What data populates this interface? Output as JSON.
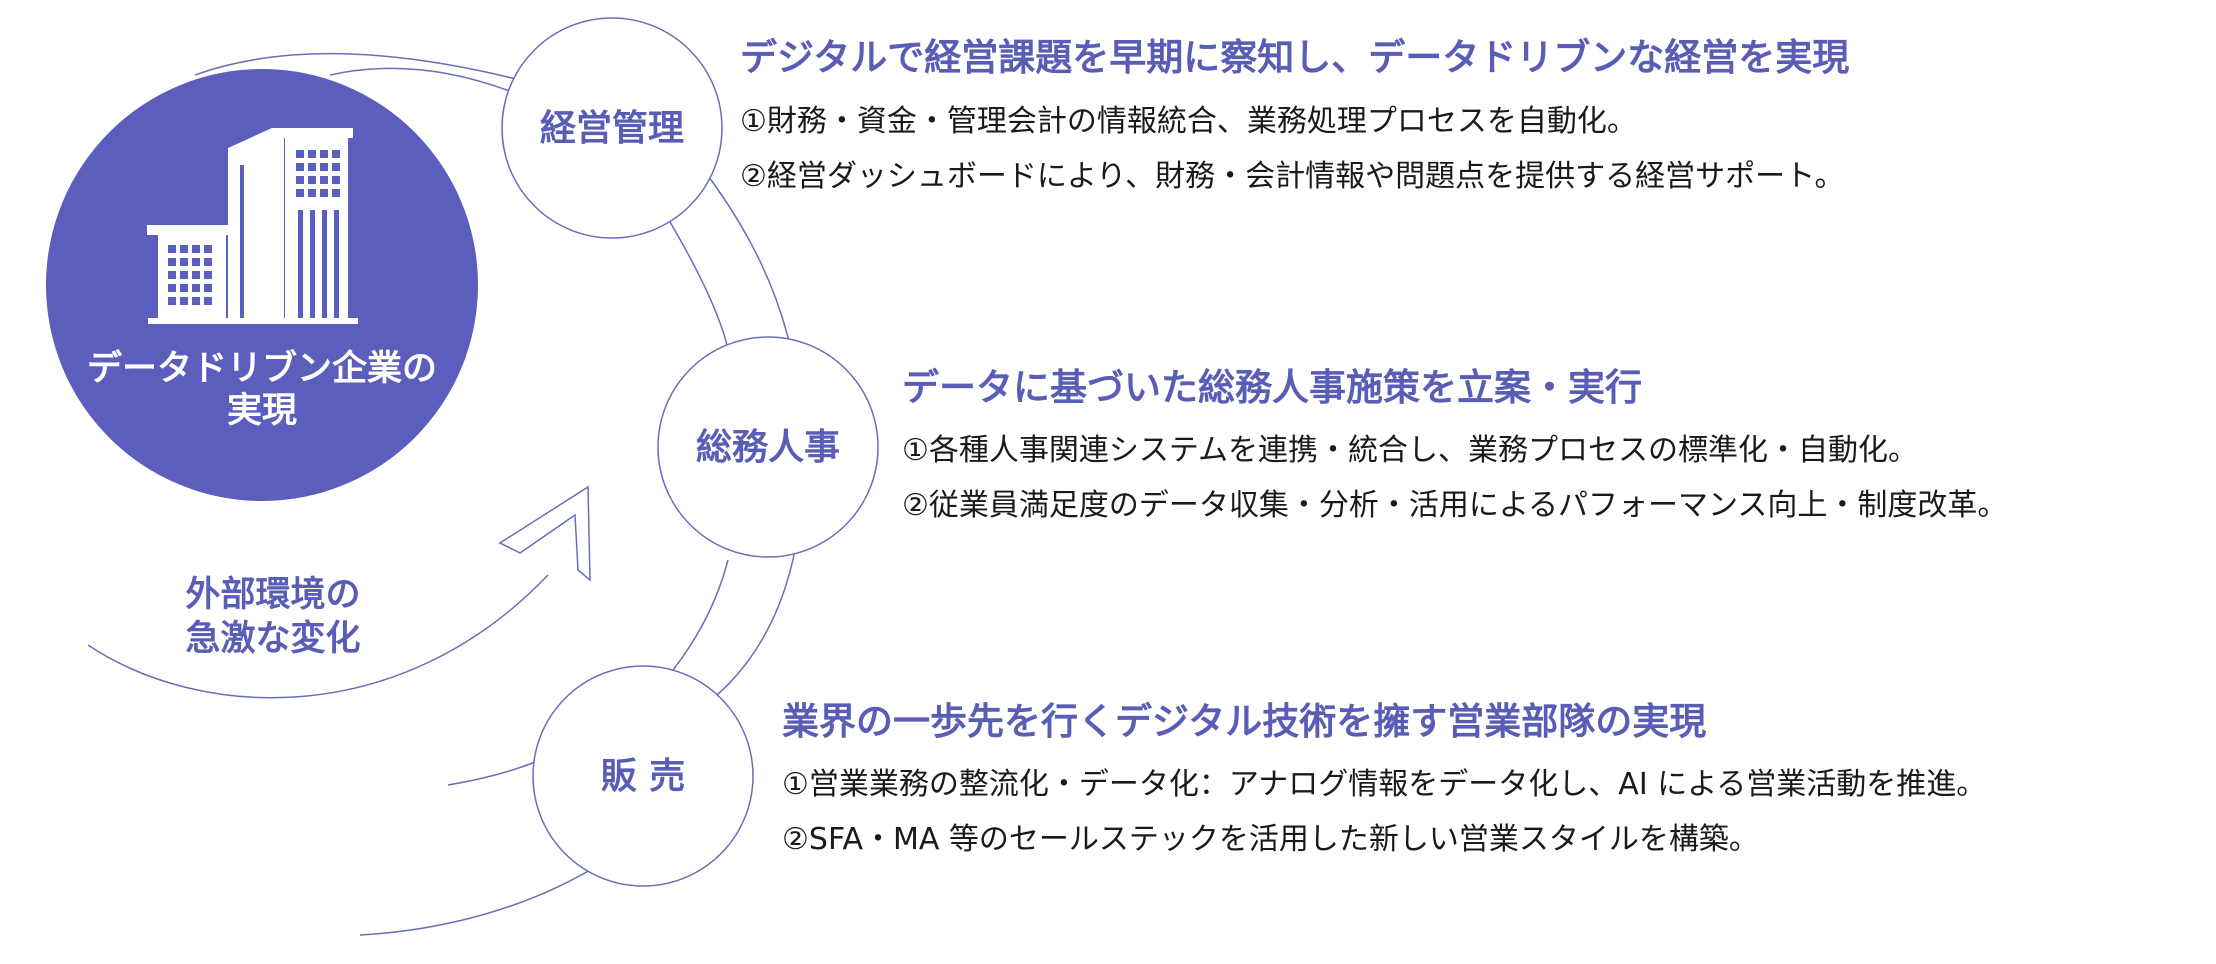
{
  "hub": {
    "label_line1": "データドリブン企業の",
    "label_line2": "実現",
    "icon": "office-building-icon",
    "fill_color": "#5b5ebc"
  },
  "external": {
    "label_line1": "外部環境の",
    "label_line2": "急激な変化"
  },
  "accent_color": "#5a5db5",
  "sections": [
    {
      "circle_label": "経営管理",
      "heading": "デジタルで経営課題を早期に察知し、データドリブンな経営を実現",
      "items": [
        "①財務・資金・管理会計の情報統合、業務処理プロセスを自動化。",
        "②経営ダッシュボードにより、財務・会計情報や問題点を提供する経営サポート。"
      ]
    },
    {
      "circle_label": "総務人事",
      "heading": "データに基づいた総務人事施策を立案・実行",
      "items": [
        "①各種人事関連システムを連携・統合し、業務プロセスの標準化・自動化。",
        "②従業員満足度のデータ収集・分析・活用によるパフォーマンス向上・制度改革。"
      ]
    },
    {
      "circle_label": "販 売",
      "heading": "業界の一歩先を行くデジタル技術を擁す営業部隊の実現",
      "items": [
        "①営業業務の整流化・データ化：アナログ情報をデータ化し、AI による営業活動を推進。",
        "②SFA・MA 等のセールステックを活用した新しい営業スタイルを構築。"
      ]
    }
  ]
}
